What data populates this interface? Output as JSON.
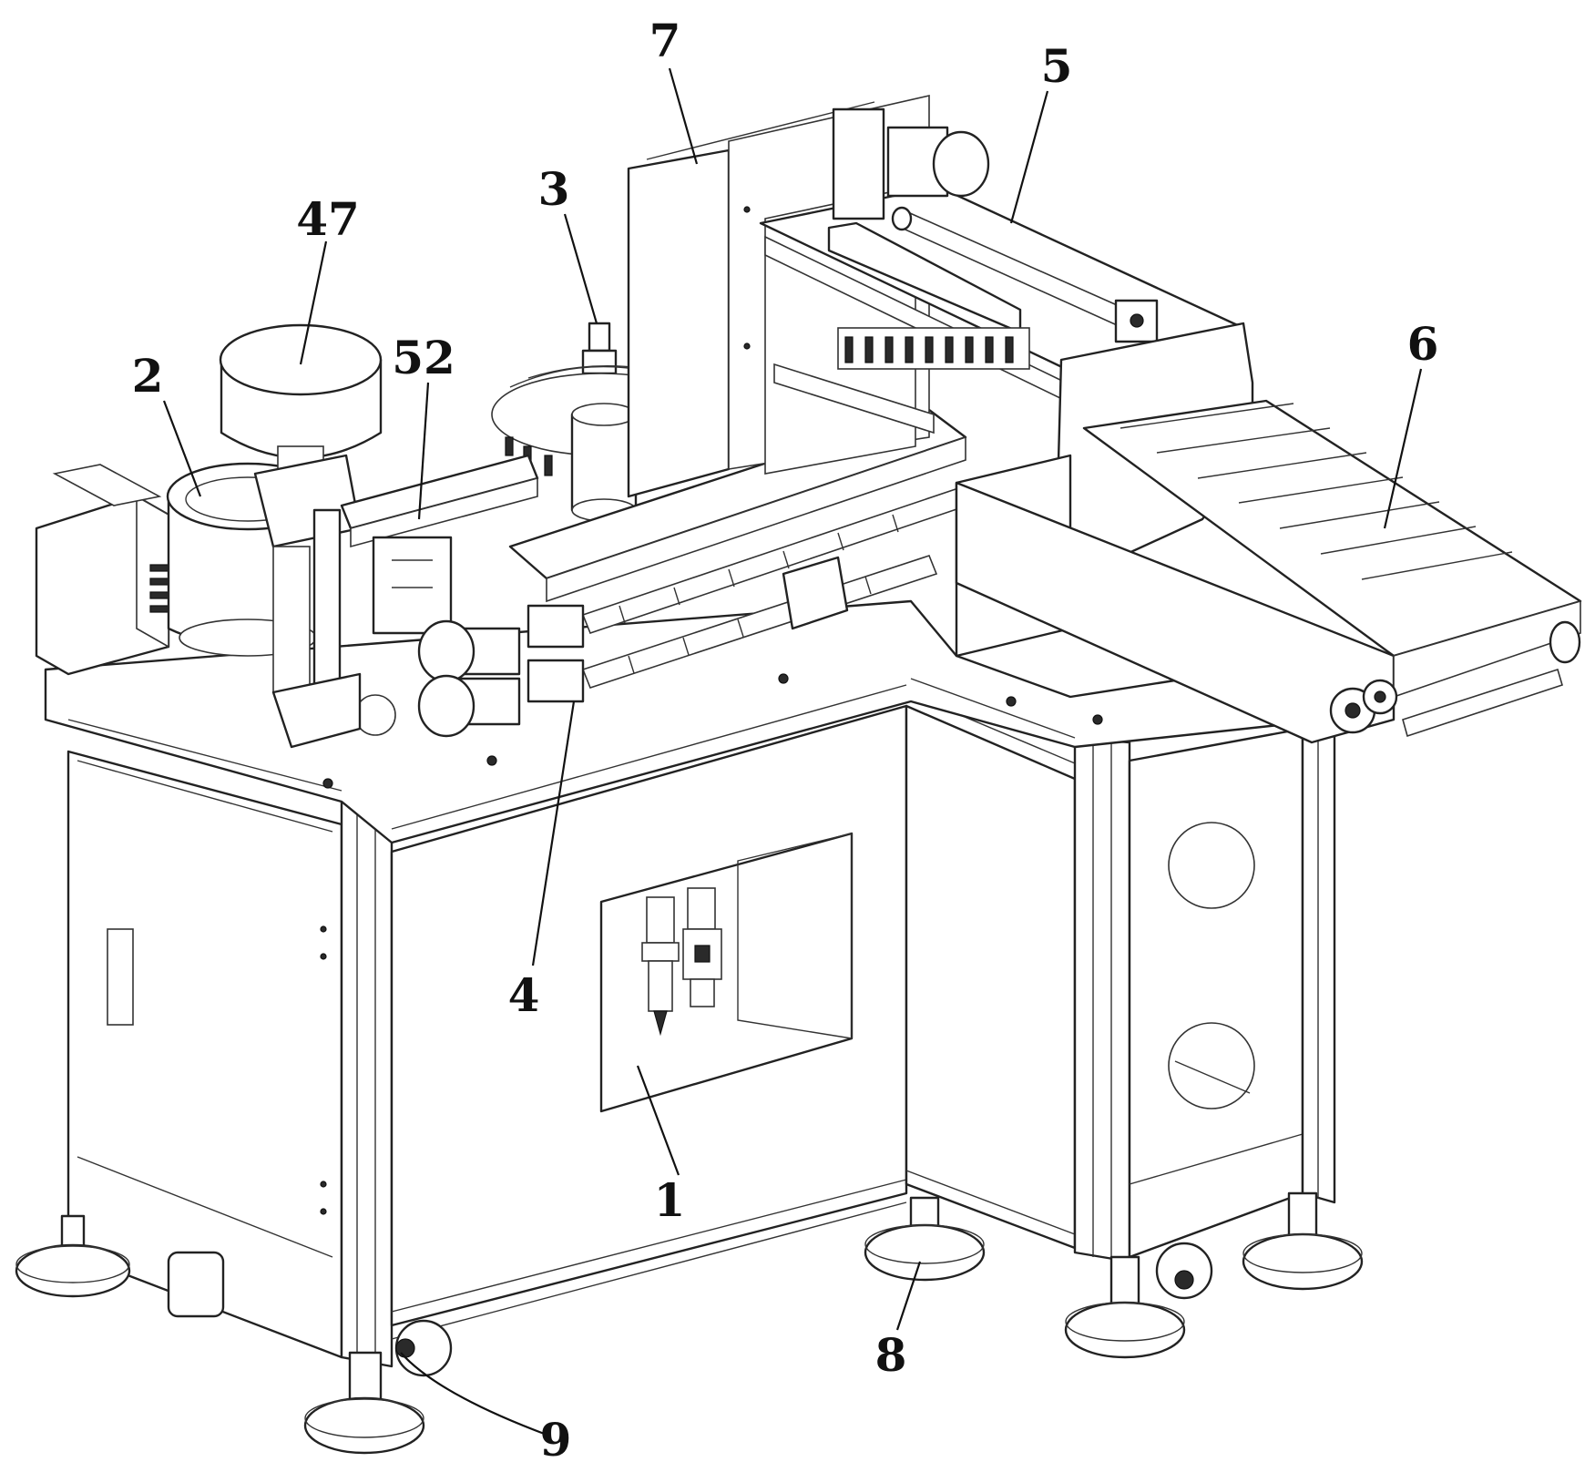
{
  "callouts": {
    "c1": "1",
    "c2": "2",
    "c3": "3",
    "c4": "4",
    "c5": "5",
    "c6": "6",
    "c7": "7",
    "c8": "8",
    "c9": "9",
    "c47": "47",
    "c52": "52"
  },
  "colors": {
    "line": "#222222",
    "background": "#ffffff"
  }
}
